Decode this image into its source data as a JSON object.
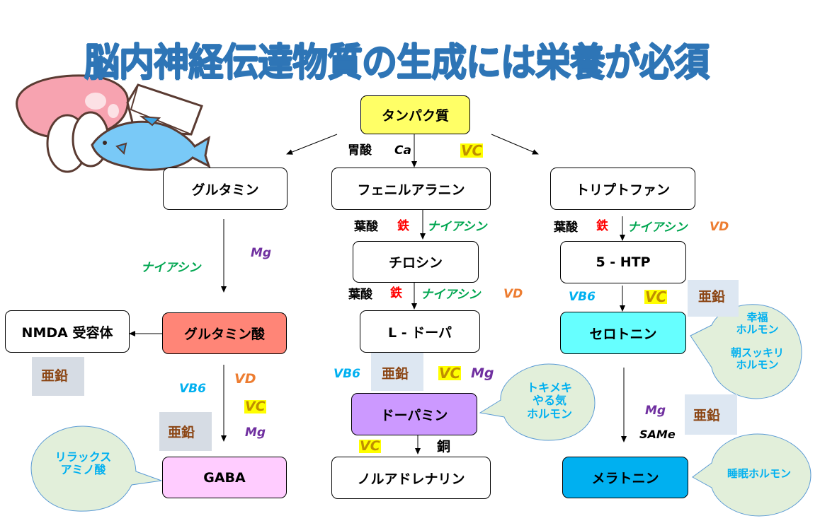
{
  "title": "脳内神経伝達物質の生成には栄養が必須",
  "illustration": "food-illustration (meat, tofu, eggs, fish)",
  "nodes": {
    "protein": "タンパク質",
    "glutamine": "グルタミン",
    "phenylalanine": "フェニルアラニン",
    "tryptophan": "トリプトファン",
    "tyrosine": "チロシン",
    "htp": "5 - HTP",
    "ldopa": "L - ドーパ",
    "serotonin": "セロトニン",
    "nmda": "NMDA 受容体",
    "glutamic_acid": "グルタミン酸",
    "dopamine": "ドーパミン",
    "gaba": "GABA",
    "noradrenaline": "ノルアドレナリン",
    "melatonin": "メラトニン"
  },
  "node_colors": {
    "protein": "#ffff66",
    "glutamic_acid": "#ff8577",
    "dopamine": "#cc99ff",
    "gaba": "#ffccff",
    "serotonin": "#66ffff",
    "melatonin": "#00b0f0",
    "default": "#ffffff"
  },
  "nutrients": {
    "protein_to_phe": {
      "a": "胃酸",
      "b": "Ca",
      "c": "VC"
    },
    "phe_to_tyr": {
      "a": "葉酸",
      "b": "鉄",
      "c": "ナイアシン"
    },
    "trp_to_htp": {
      "a": "葉酸",
      "b": "鉄",
      "c": "ナイアシン",
      "d": "VD"
    },
    "glutamine_to_glu": {
      "a": "ナイアシン",
      "b": "Mg"
    },
    "tyr_to_ldopa": {
      "a": "葉酸",
      "b": "鉄",
      "c": "ナイアシン",
      "d": "VD"
    },
    "htp_to_serotonin": {
      "a": "VB6",
      "b": "VC",
      "c": "亜鉛"
    },
    "nmda_zinc": "亜鉛",
    "ldopa_to_dopamine": {
      "a": "VB6",
      "b": "亜鉛",
      "c": "VC",
      "d": "Mg"
    },
    "glu_to_gaba": {
      "a": "VB6",
      "b": "VD",
      "c": "VC",
      "d": "亜鉛",
      "e": "Mg"
    },
    "dopamine_to_noradrenaline": {
      "a": "VC",
      "b": "銅"
    },
    "serotonin_to_melatonin": {
      "a": "Mg",
      "b": "SAMe",
      "c": "亜鉛"
    }
  },
  "bubbles": {
    "gaba": "リラックス\nアミノ酸",
    "dopamine": "トキメキ\nやる気\nホルモン",
    "serotonin": "幸福\nホルモン\n\n朝スッキリ\nホルモン",
    "melatonin": "睡眠ホルモン"
  },
  "colors": {
    "title": "#2e75b6",
    "bubble_fill": "#e2efda",
    "bubble_stroke": "#5b9bd5",
    "zinc_box": "#d6dce4"
  }
}
